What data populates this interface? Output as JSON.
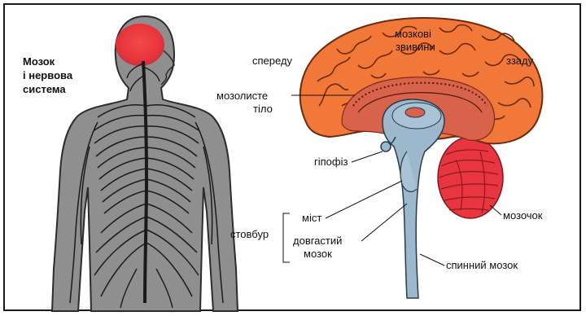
{
  "title_lines": [
    "Мозок",
    "і нервова",
    "система"
  ],
  "labels": {
    "front": "спереду",
    "convolutions_1": "мозкові",
    "convolutions_2": "звивини",
    "back": "ззаду",
    "corpus_1": "мозолисте",
    "corpus_2": "тіло",
    "pituitary": "гіпофіз",
    "cerebellum": "мозочок",
    "stem": "стовбур",
    "pons": "міст",
    "medulla_1": "довгастий",
    "medulla_2": "мозок",
    "spinal": "спинний мозок"
  },
  "colors": {
    "body": "#8f8f8f",
    "body_dark": "#3a3a3a",
    "brain_highlight": "#e8343c",
    "cortex": "#f2783a",
    "inner": "#d9634a",
    "stem": "#9bb8cc",
    "cerebellum": "#e8353f"
  }
}
